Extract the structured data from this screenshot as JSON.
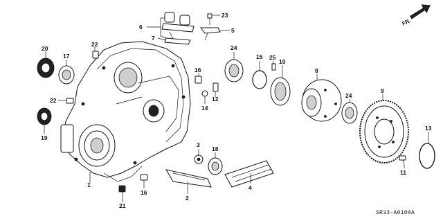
{
  "diagram": {
    "drawing_code": "SR33-A0100A",
    "direction_marker": "FR.",
    "callouts": [
      {
        "id": "c1",
        "text": "1"
      },
      {
        "id": "c2",
        "text": "2"
      },
      {
        "id": "c3",
        "text": "3"
      },
      {
        "id": "c4",
        "text": "4"
      },
      {
        "id": "c5",
        "text": "5"
      },
      {
        "id": "c6",
        "text": "6"
      },
      {
        "id": "c7",
        "text": "7"
      },
      {
        "id": "c8",
        "text": "8"
      },
      {
        "id": "c9",
        "text": "9"
      },
      {
        "id": "c10",
        "text": "10"
      },
      {
        "id": "c11",
        "text": "11"
      },
      {
        "id": "c12",
        "text": "12"
      },
      {
        "id": "c13",
        "text": "13"
      },
      {
        "id": "c14",
        "text": "14"
      },
      {
        "id": "c15",
        "text": "15"
      },
      {
        "id": "c16a",
        "text": "16"
      },
      {
        "id": "c16b",
        "text": "16"
      },
      {
        "id": "c17",
        "text": "17"
      },
      {
        "id": "c18",
        "text": "18"
      },
      {
        "id": "c19",
        "text": "19"
      },
      {
        "id": "c20",
        "text": "20"
      },
      {
        "id": "c21",
        "text": "21"
      },
      {
        "id": "c22a",
        "text": "22"
      },
      {
        "id": "c22b",
        "text": "22"
      },
      {
        "id": "c23",
        "text": "23"
      },
      {
        "id": "c24a",
        "text": "24"
      },
      {
        "id": "c24b",
        "text": "24"
      },
      {
        "id": "c25",
        "text": "25"
      }
    ]
  }
}
